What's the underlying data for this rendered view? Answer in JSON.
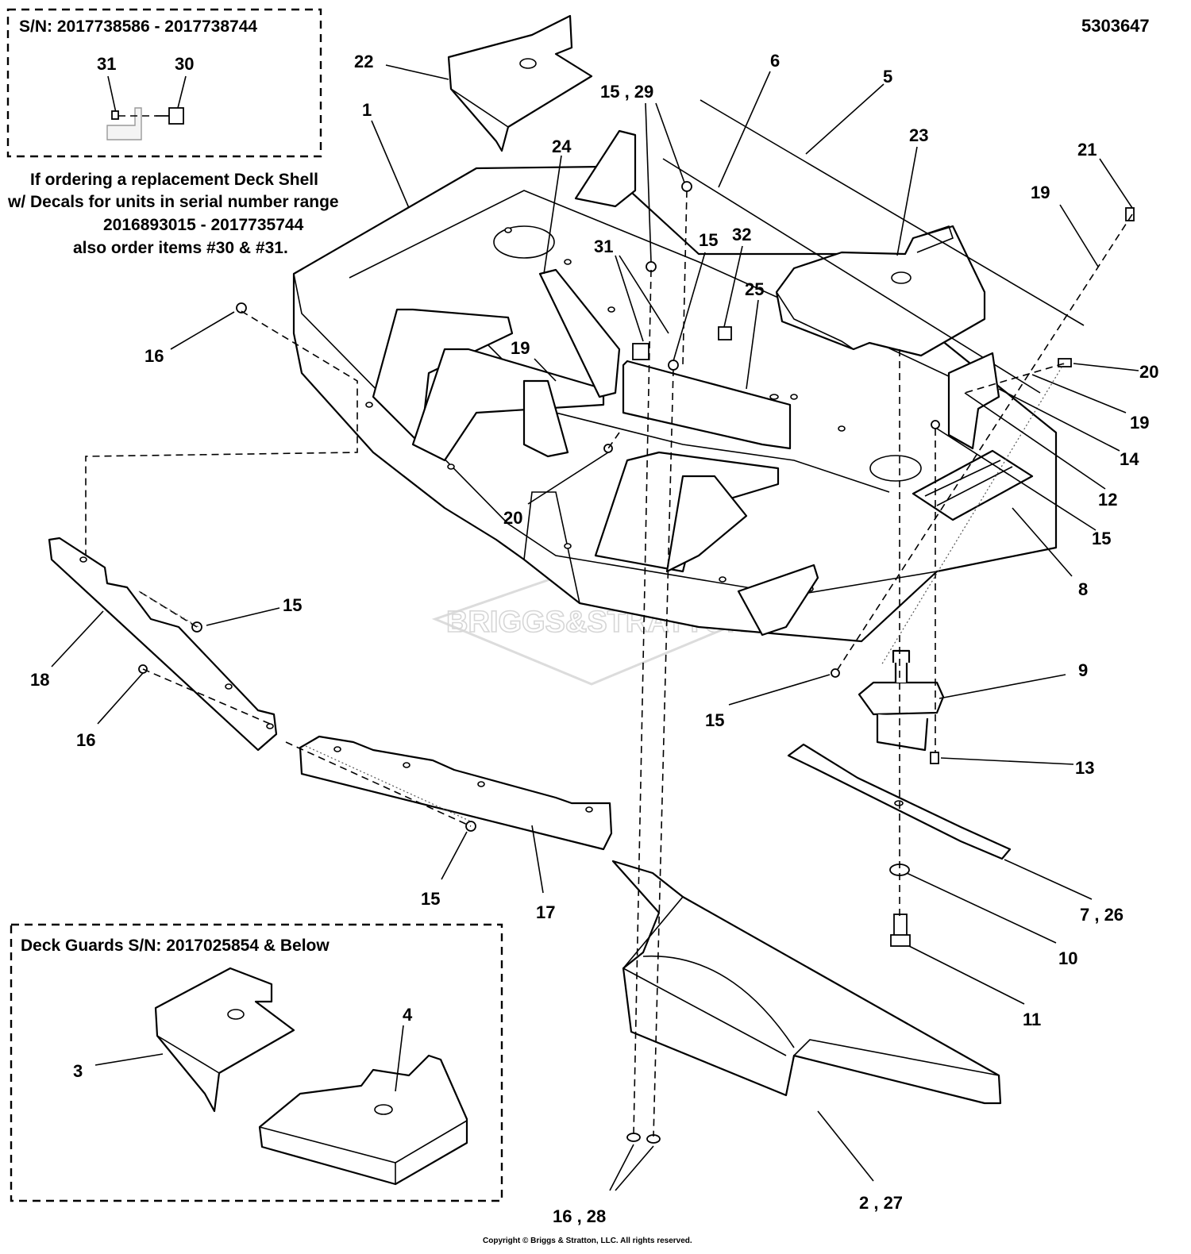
{
  "diagram_number": "5303647",
  "inset_serial": {
    "title": "S/N: 2017738586 - 2017738744",
    "labels": [
      "31",
      "30"
    ]
  },
  "note": {
    "lines": [
      "If ordering a replacement Deck Shell",
      "w/ Decals for units in serial number range",
      "2016893015 - 2017735744",
      "also order items #30 & #31."
    ]
  },
  "inset_guards": {
    "title": "Deck Guards S/N: 2017025854 & Below",
    "labels": [
      "3",
      "4"
    ]
  },
  "callouts": [
    {
      "id": "c22",
      "text": "22"
    },
    {
      "id": "c1",
      "text": "1"
    },
    {
      "id": "c24",
      "text": "24"
    },
    {
      "id": "c15_29",
      "text": "15 , 29"
    },
    {
      "id": "c6",
      "text": "6"
    },
    {
      "id": "c5",
      "text": "5"
    },
    {
      "id": "c23",
      "text": "23"
    },
    {
      "id": "c21",
      "text": "21"
    },
    {
      "id": "c19a",
      "text": "19"
    },
    {
      "id": "c31",
      "text": "31"
    },
    {
      "id": "c15a",
      "text": "15"
    },
    {
      "id": "c32",
      "text": "32"
    },
    {
      "id": "c25",
      "text": "25"
    },
    {
      "id": "c16a",
      "text": "16"
    },
    {
      "id": "c19b",
      "text": "19"
    },
    {
      "id": "c20a",
      "text": "20"
    },
    {
      "id": "c19c",
      "text": "19"
    },
    {
      "id": "c14",
      "text": "14"
    },
    {
      "id": "c12",
      "text": "12"
    },
    {
      "id": "c15b",
      "text": "15"
    },
    {
      "id": "c20b",
      "text": "20"
    },
    {
      "id": "c8",
      "text": "8"
    },
    {
      "id": "c15c",
      "text": "15"
    },
    {
      "id": "c18",
      "text": "18"
    },
    {
      "id": "c16b",
      "text": "16"
    },
    {
      "id": "c9",
      "text": "9"
    },
    {
      "id": "c15d",
      "text": "15"
    },
    {
      "id": "c13",
      "text": "13"
    },
    {
      "id": "c15e",
      "text": "15"
    },
    {
      "id": "c17",
      "text": "17"
    },
    {
      "id": "c7_26",
      "text": "7 , 26"
    },
    {
      "id": "c10",
      "text": "10"
    },
    {
      "id": "c11",
      "text": "11"
    },
    {
      "id": "c2_27",
      "text": "2 , 27"
    },
    {
      "id": "c16_28",
      "text": "16 , 28"
    }
  ],
  "watermark": "BRIGGS&STRATTON",
  "copyright": "Copyright © Briggs & Stratton, LLC. All rights reserved."
}
